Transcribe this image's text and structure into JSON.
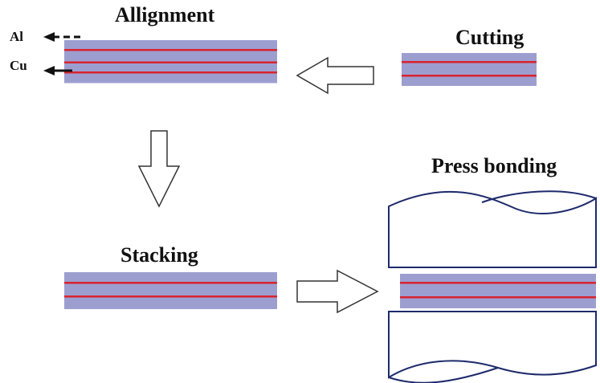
{
  "labels": {
    "allignment": "Allignment",
    "cutting": "Cutting",
    "press_bonding": "Press bonding",
    "stacking": "Stacking",
    "al": "Al",
    "cu": "Cu"
  },
  "colors": {
    "aluminum_layer": "#9d9ed0",
    "copper_line": "#d8232f",
    "outline": "#1d2a6b",
    "arrow_fill": "#ffffff",
    "arrow_stroke": "#333333",
    "text": "#111111"
  }
}
